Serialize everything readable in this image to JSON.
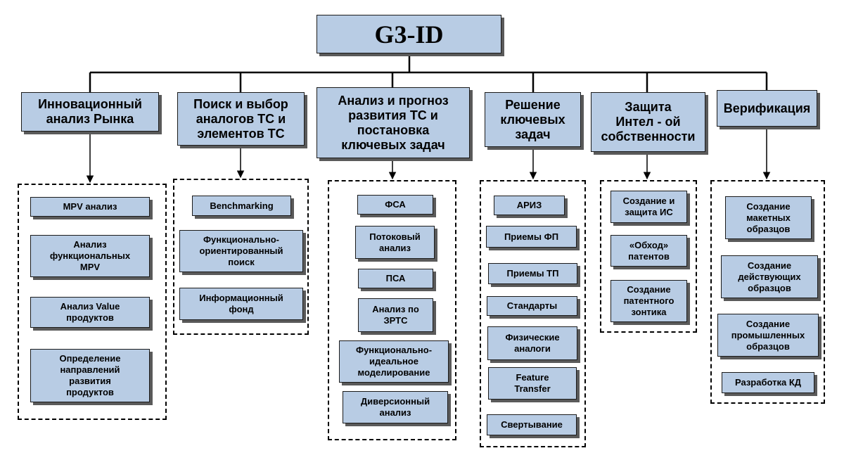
{
  "title": "G3-ID",
  "categories": [
    {
      "label": "Инновационный\nанализ Рынка",
      "items": [
        "MPV анализ",
        "Анализ\nфункциональных\nMPV",
        "Анализ Value\nпродуктов",
        "Определение\nнаправлений\nразвития\nпродуктов"
      ]
    },
    {
      "label": "Поиск и выбор\nаналогов ТС и\nэлементов ТС",
      "items": [
        "Benchmarking",
        "Функционально-\nориентированный\nпоиск",
        "Информационный\nфонд"
      ]
    },
    {
      "label": "Анализ и прогноз\nразвития ТС и\nпостановка\nключевых задач",
      "items": [
        "ФСА",
        "Потоковый\nанализ",
        "ПСА",
        "Анализ по\nЗРТС",
        "Функционально-\nидеальное\nмоделирование",
        "Диверсионный\nанализ"
      ]
    },
    {
      "label": "Решение\nключевых\nзадач",
      "items": [
        "АРИЗ",
        "Приемы ФП",
        "Приемы ТП",
        "Стандарты",
        "Физические\nаналоги",
        "Feature\nTransfer",
        "Свертывание"
      ]
    },
    {
      "label": "Защита\nИнтел - ой\nсобственности",
      "items": [
        "Создание и\nзащита ИС",
        "«Обход»\nпатентов",
        "Создание\nпатентного\nзонтика"
      ]
    },
    {
      "label": "Верификация",
      "items": [
        "Создание\nмакетных\nобразцов",
        "Создание\nдействующих\nобразцов",
        "Создание\nпромышленных\nобразцов",
        "Разработка КД"
      ]
    }
  ]
}
